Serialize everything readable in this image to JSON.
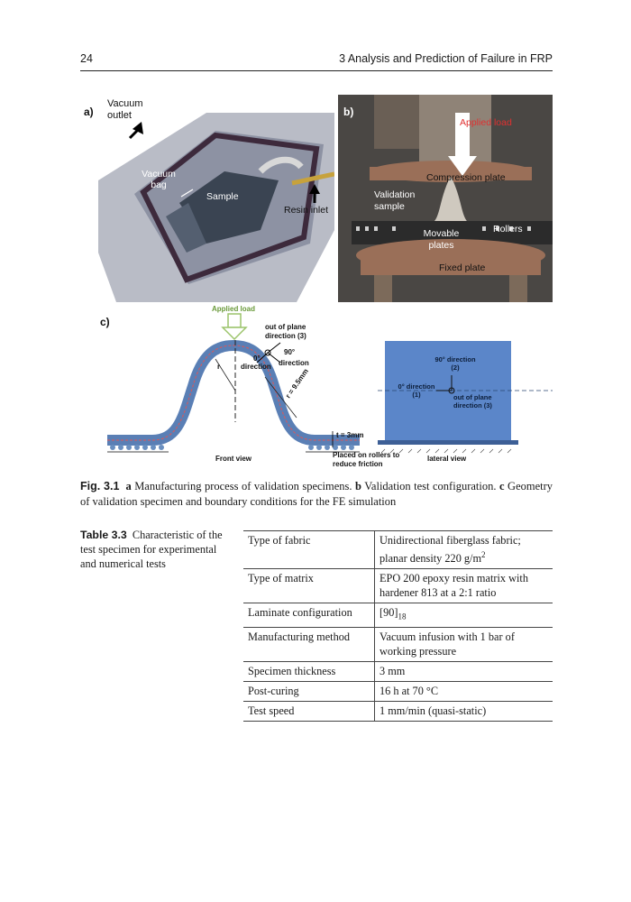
{
  "header": {
    "page_number": "24",
    "chapter_title": "3   Analysis and Prediction of Failure in FRP"
  },
  "figure": {
    "panel_a": {
      "label": "a)",
      "callouts": {
        "vacuum_outlet": "Vacuum outlet",
        "vacuum_bag": "Vacuum bag",
        "sample": "Sample",
        "resin_inlet": "Resin inlet"
      }
    },
    "panel_b": {
      "label": "b)",
      "callouts": {
        "applied_load": "Applied load",
        "compression_plate": "Compression plate",
        "validation_sample": "Validation sample",
        "movable_plates": "Movable plates",
        "rollers": "Rollers",
        "fixed_plate": "Fixed plate"
      }
    },
    "panel_c": {
      "label": "c)",
      "front": {
        "applied_load": "Applied load",
        "out_of_plane": "out of plane direction (3)",
        "deg90": "90°",
        "direction": "direction",
        "deg0": "0°",
        "direction0": "direction",
        "r": "r",
        "radius": "r = 9.5mm",
        "thickness": "t = 3mm",
        "front_view": "Front view",
        "placed_on_rollers": "Placed on rollers to reduce friction"
      },
      "lateral": {
        "deg90_dir": "90° direction (2)",
        "deg0_dir": "0° direction (1)",
        "out_of_plane_dir": "out of plane direction (3)",
        "lateral_view": "lateral view"
      }
    },
    "caption": {
      "tag": "Fig. 3.1",
      "a_key": "a",
      "a_text": "Manufacturing process of validation specimens.",
      "b_key": "b",
      "b_text": "Validation test configuration.",
      "c_key": "c",
      "c_text": "Geometry of validation specimen and boundary conditions for the FE simulation"
    }
  },
  "table": {
    "tag": "Table 3.3",
    "caption": "Characteristic of the test specimen for experimental and numerical tests",
    "rows": [
      {
        "key": "Type of fabric",
        "value": "Unidirectional fiberglass fabric; planar density 220 g/m",
        "sup": "2"
      },
      {
        "key": "Type of matrix",
        "value": "EPO 200 epoxy resin matrix with hardener 813 at a 2:1 ratio"
      },
      {
        "key": "Laminate configuration",
        "value": "[90]",
        "sub": "18"
      },
      {
        "key": "Manufacturing method",
        "value": "Vacuum infusion with 1 bar of working pressure"
      },
      {
        "key": "Specimen thickness",
        "value": "3 mm"
      },
      {
        "key": "Post-curing",
        "value": "16 h at 70 °C"
      },
      {
        "key": "Test speed",
        "value": "1 mm/min (quasi-static)"
      }
    ]
  }
}
